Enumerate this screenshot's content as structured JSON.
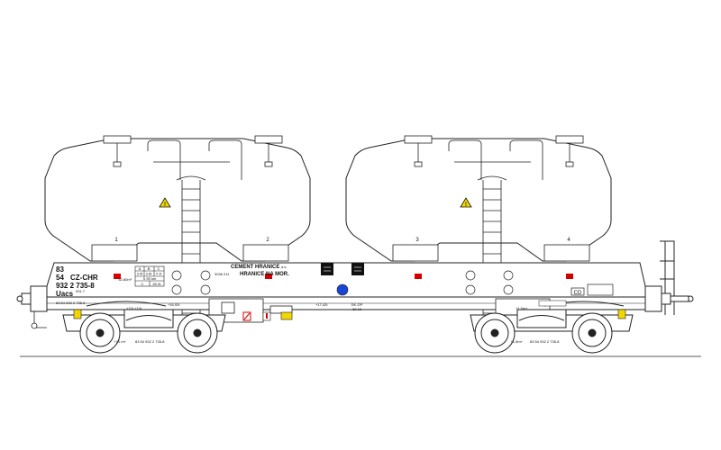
{
  "marking": {
    "uic_line1": "83",
    "uic_line2a": "54",
    "uic_line2b": "CZ-CHR",
    "uic_line3": "932 2 735-8",
    "uic_line4": "Uacs",
    "uic_sup": "931.7"
  },
  "compartments": [
    "1",
    "2",
    "3",
    "4"
  ],
  "owner": {
    "line1": "CEMENT HRANICE",
    "line1_suffix": "a.s.",
    "line2": "HRANICE NA MOR.",
    "small": "3036 211"
  },
  "load_table": {
    "headers": [
      "A",
      "B",
      "C"
    ],
    "row1": [
      "3 0t",
      "3 8t",
      "4 1t"
    ],
    "speed": "S 90 km",
    "cells2": [
      "C",
      "D"
    ],
    "row2": [
      "50 0t"
    ],
    "value_left": "52,80m³"
  },
  "labels": {
    "right_box": "CD",
    "dkgp": "DK-GP",
    "dkgp_sub": "32 12",
    "side_number": "83 54 932 2 735-8",
    "frame_number_left": "83 54 932 2 735-8",
    "frame_number_right": "83 54 932 2 735-8",
    "left_small": "+15t +10t",
    "tare": "+16,92t",
    "axle_note": "+17,42t",
    "right_small": "+1,5m+",
    "dim_a": "+10 m+",
    "dim_b": "+1,5m+"
  },
  "colors": {
    "line": "#222222",
    "red": "#d40000",
    "blue": "#1a44d6",
    "yellow": "#f2d600",
    "black_plate": "#111111"
  },
  "icons": [
    "warning-triangle-icon",
    "fire-extinguisher-icon",
    "black-info-plate-icon",
    "blue-disc-icon"
  ]
}
